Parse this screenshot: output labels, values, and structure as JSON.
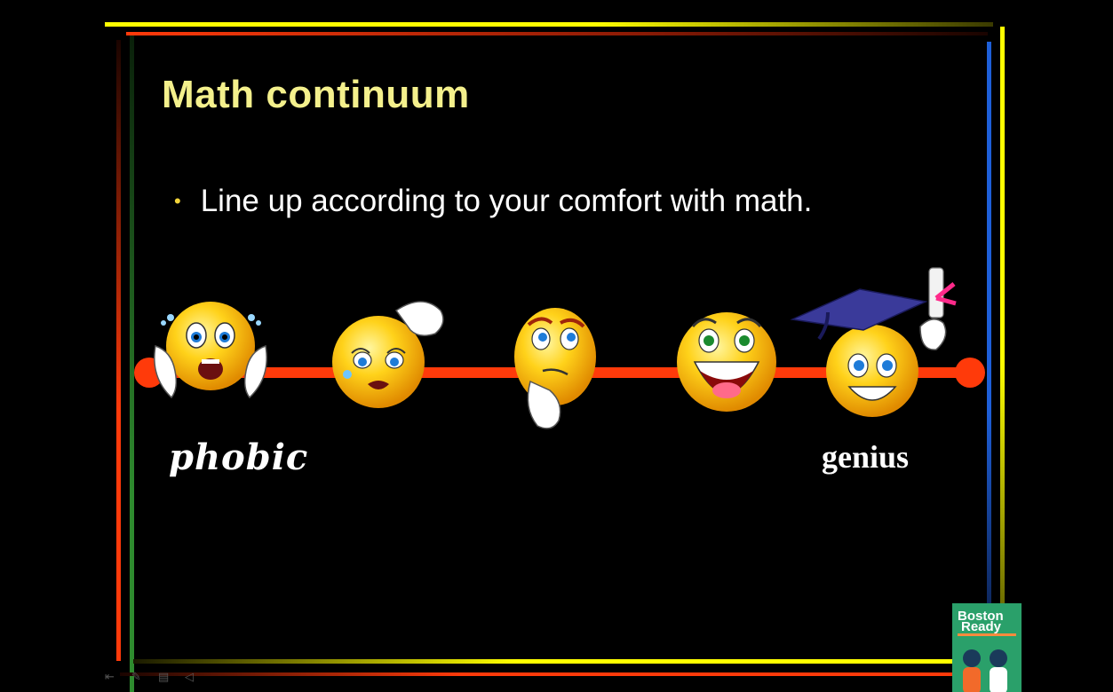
{
  "slide": {
    "title": "Math continuum",
    "bullet": "Line up according to your comfort with math.",
    "labels": {
      "left": "phobic",
      "right": "genius"
    }
  },
  "continuum": {
    "emoji_count": 5,
    "line_color": "#ff3a0a",
    "emoji_order": [
      "scared-emoji-icon",
      "stressed-emoji-icon",
      "thinking-emoji-icon",
      "happy-emoji-icon",
      "graduate-emoji-icon"
    ]
  },
  "player": {
    "controls": [
      "rewind-icon",
      "pen-icon",
      "menu-icon",
      "volume-icon"
    ]
  },
  "logo": {
    "line1": "Boston",
    "line2": "Ready"
  },
  "colors": {
    "title": "#f4f08c",
    "bullet": "#f2d43a",
    "text": "#ffffff",
    "background": "#000000",
    "frame_yellow": "#ffff00",
    "frame_blue": "#1e5fd8",
    "frame_green": "#2e8b2e",
    "frame_red": "#ff3a0a"
  }
}
